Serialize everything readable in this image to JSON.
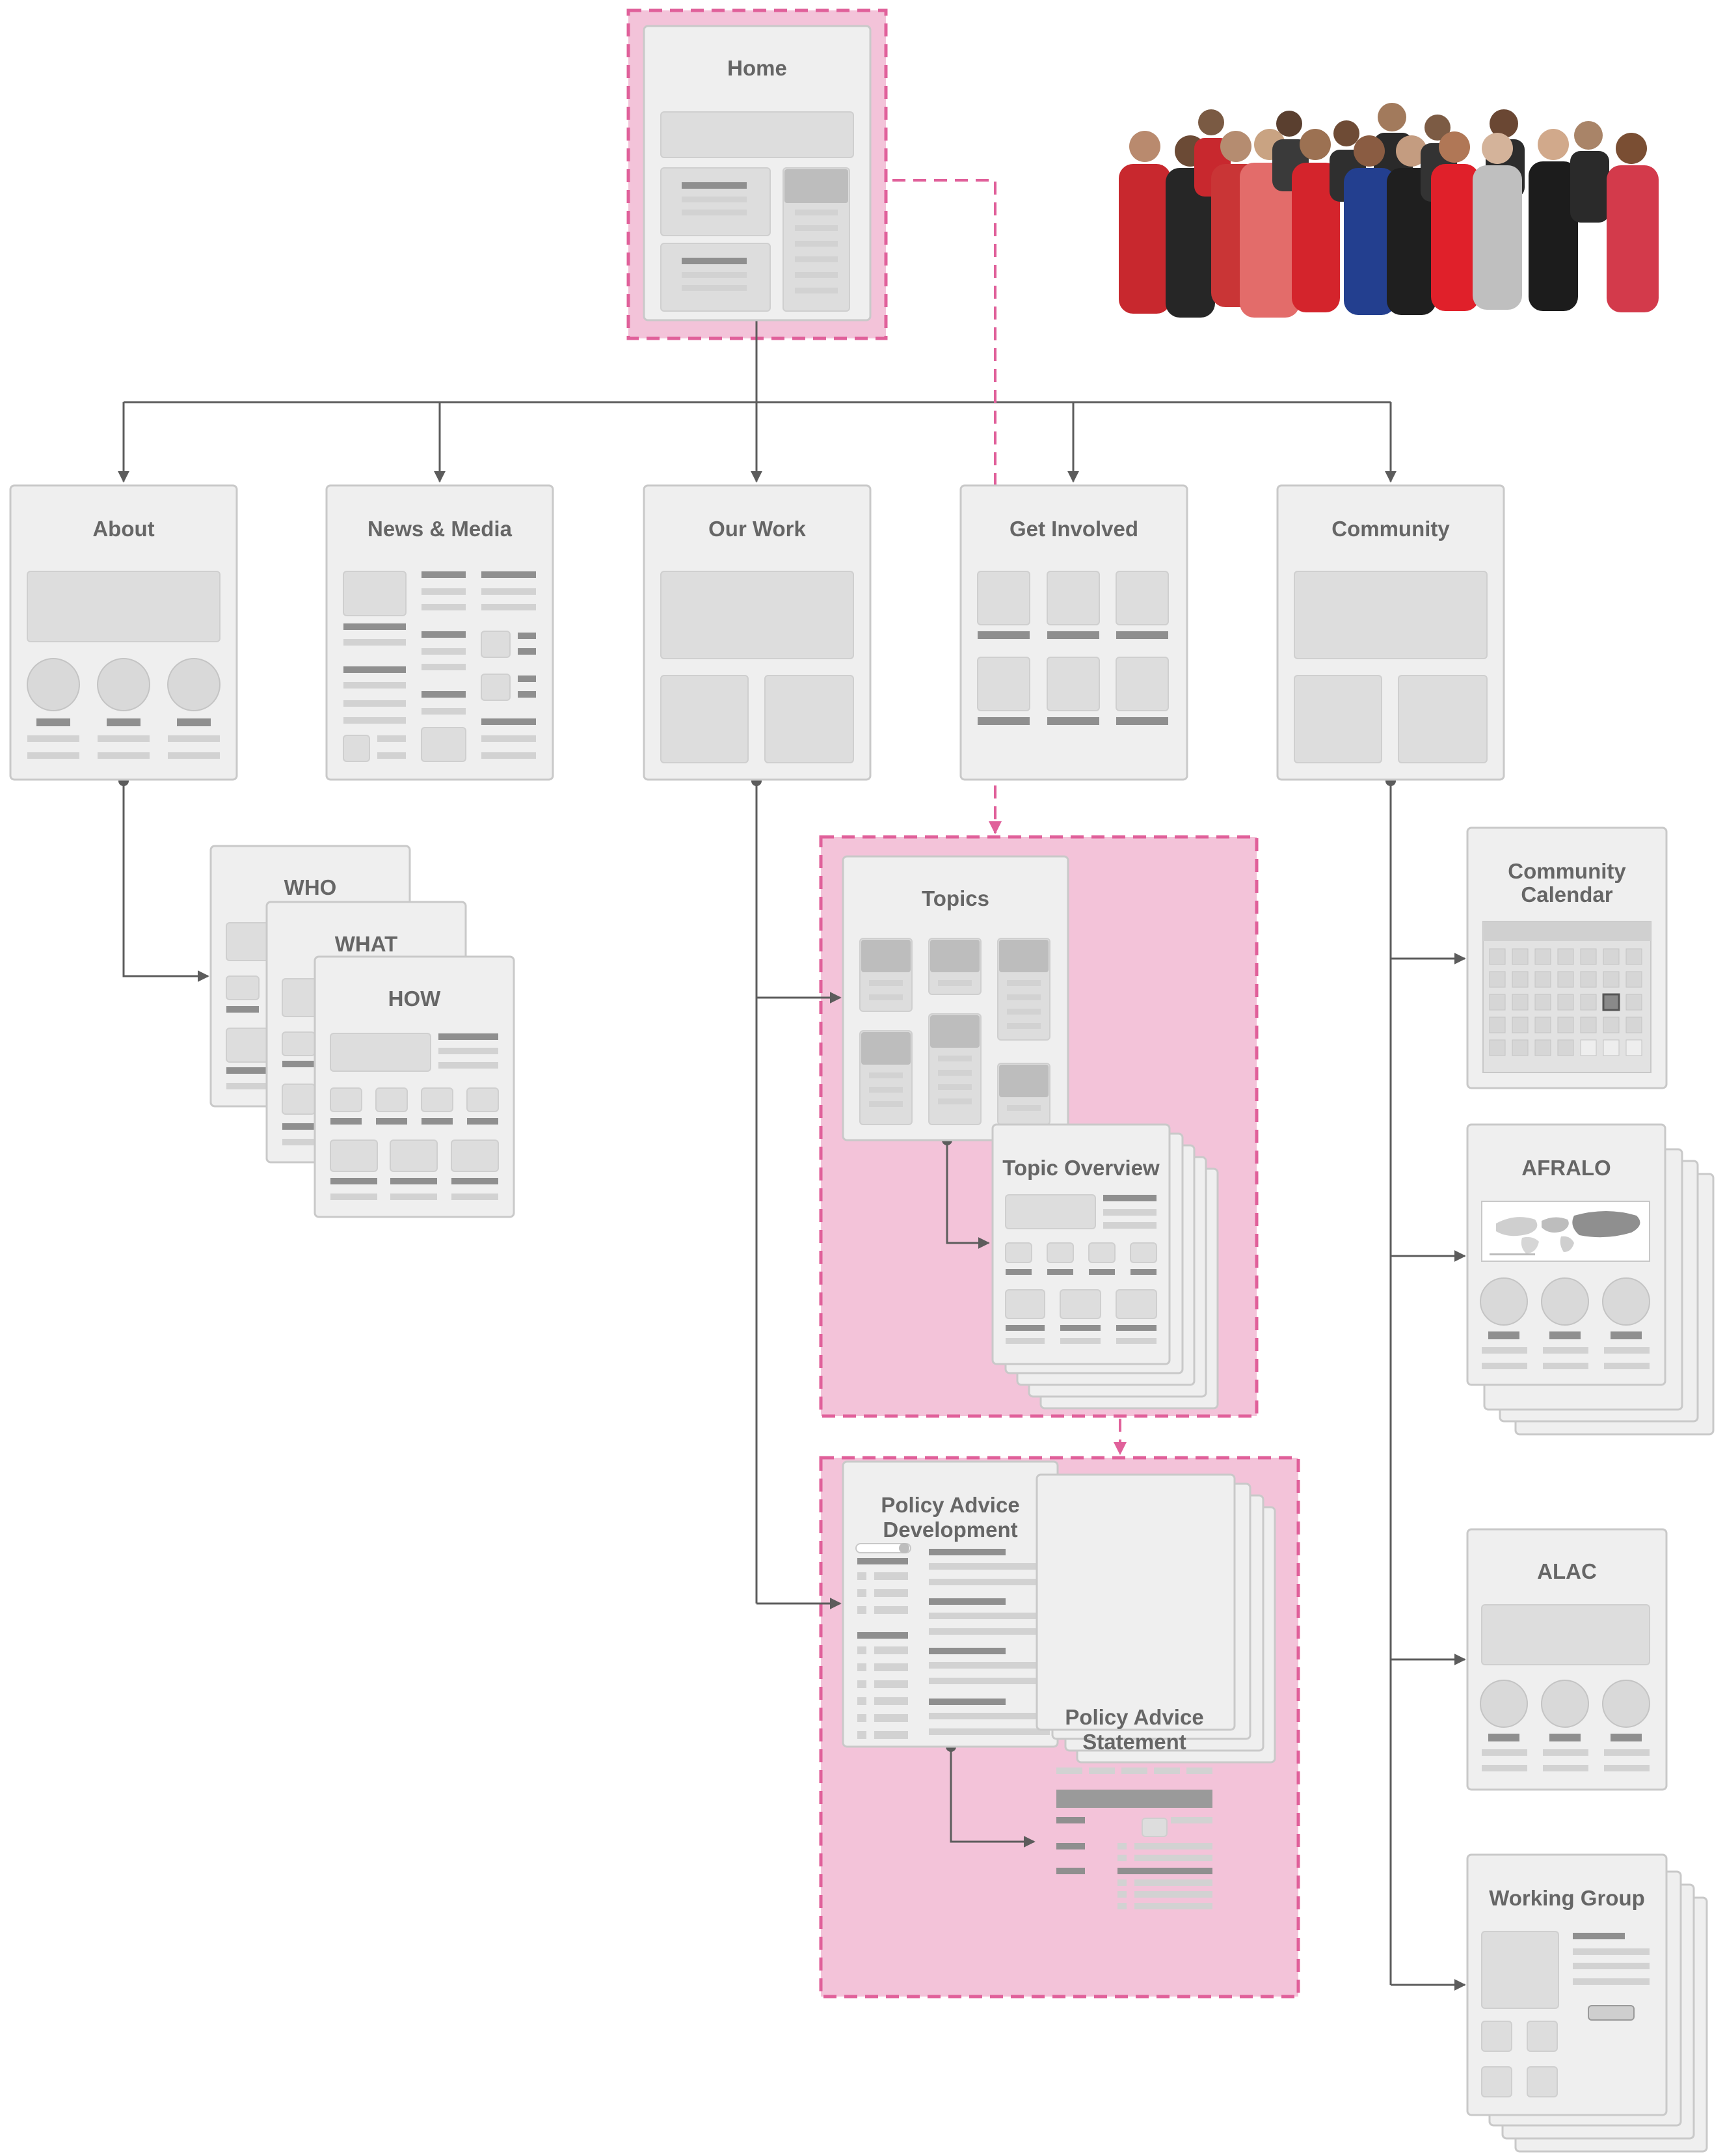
{
  "diagram": {
    "home": "Home",
    "about": "About",
    "news_media": "News & Media",
    "our_work": "Our Work",
    "get_involved": "Get Involved",
    "community": "Community",
    "who": "WHO",
    "what": "WHAT",
    "how": "HOW",
    "topics": "Topics",
    "topic_overview": "Topic Overview",
    "policy_advice_development": [
      "Policy Advice",
      "Development"
    ],
    "policy_advice_statement": [
      "Policy Advice",
      "Statement"
    ],
    "community_calendar": [
      "Community",
      "Calendar"
    ],
    "afralo": "AFRALO",
    "alac": "ALAC",
    "working_group": "Working Group"
  },
  "colors": {
    "highlight_fill": "#f3c3d9",
    "highlight_stroke": "#e0609a",
    "page_fill": "#efefef",
    "connector": "#5c5c5c"
  }
}
